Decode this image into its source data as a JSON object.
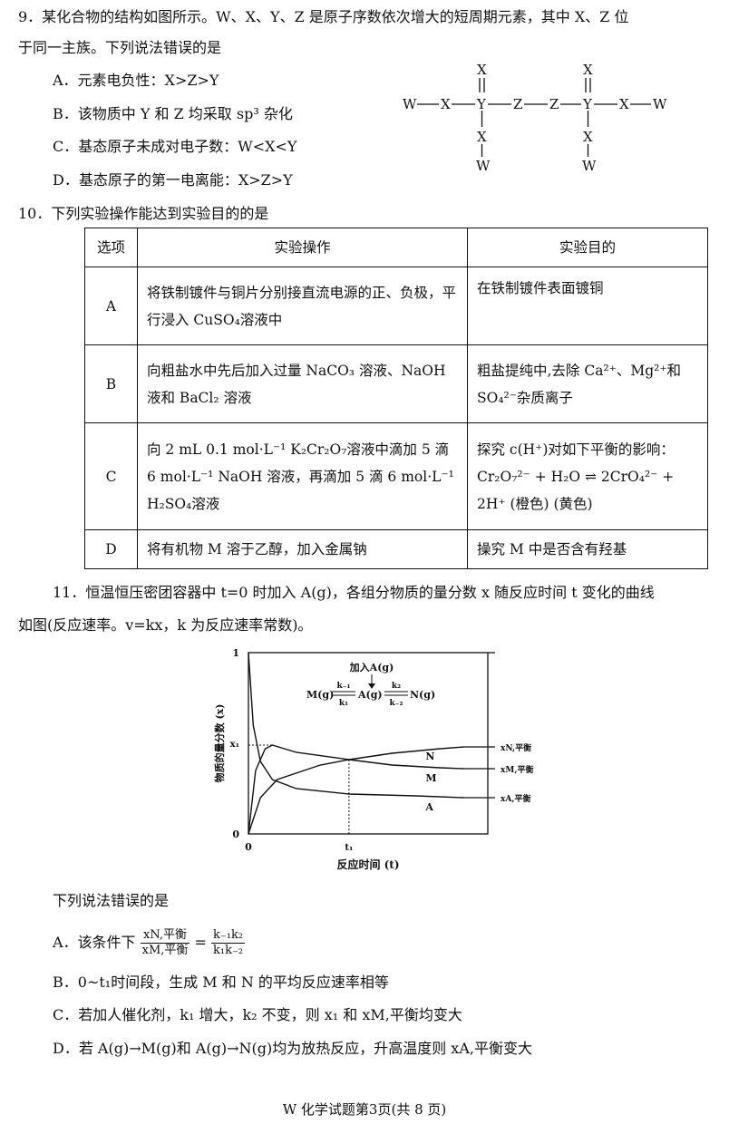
{
  "q9": {
    "stem_line1": "9．某化合物的结构如图所示。W、X、Y、Z 是原子序数依次增大的短周期元素，其中 X、Z 位",
    "stem_line2": "于同一主族。下列说法错误的是",
    "options": [
      "A．元素电负性：X>Z>Y",
      "B．该物质中 Y 和 Z 均采取 sp³ 杂化",
      "C．基态原子未成对电子数：W<X<Y",
      "D．基态原子的第一电离能：X>Z>Y"
    ],
    "structure_atoms": {
      "W": "W",
      "X": "X",
      "Y": "Y",
      "Z": "Z"
    }
  },
  "q10": {
    "stem": "10．下列实验操作能达到实验目的的是",
    "headers": [
      "选项",
      "实验操作",
      "实验目的"
    ],
    "rows": [
      {
        "opt": "A",
        "op": "将铁制镀件与铜片分别接直流电源的正、负极，平行浸入 CuSO₄溶液中",
        "goal": "在铁制镀件表面镀铜"
      },
      {
        "opt": "B",
        "op": "向粗盐水中先后加入过量 NaCO₃ 溶液、NaOH 液和 BaCl₂ 溶液",
        "goal": "粗盐提纯中,去除 Ca²⁺、Mg²⁺和 SO₄²⁻杂质离子"
      },
      {
        "opt": "C",
        "op": "向 2 mL 0.1 mol·L⁻¹ K₂Cr₂O₇溶液中滴加 5 滴 6 mol·L⁻¹ NaOH 溶液，再滴加 5 滴 6 mol·L⁻¹ H₂SO₄溶液",
        "goal": "探究 c(H⁺)对如下平衡的影响：Cr₂O₇²⁻ + H₂O ⇌ 2CrO₄²⁻ + 2H⁺ (橙色) (黄色)"
      },
      {
        "opt": "D",
        "op": "将有机物 M 溶于乙醇，加入金属钠",
        "goal": "操究 M 中是否含有羟基"
      }
    ]
  },
  "q11": {
    "stem_line1": "11．恒温恒压密团容器中 t=0 时加入 A(g)，各组分物质的量分数 x 随反应时间 t 变化的曲线",
    "stem_line2": "如图(反应速率。v=kx，k 为反应速率常数)。",
    "prompt": "下列说法错误的是",
    "optA_prefix": "A．该条件下",
    "optA_num": "xN,平衡",
    "optA_den": "xM,平衡",
    "optA_eq": "=",
    "optA_num2": "k₋₁k₂",
    "optA_den2": "k₁k₋₂",
    "optB": "B．0~t₁时间段，生成 M 和 N 的平均反应速率相等",
    "optC": "C．若加人催化剂，k₁ 增大，k₂ 不变，则 x₁ 和 xM,平衡均变大",
    "optD": "D．若 A(g)→M(g)和 A(g)→N(g)均为放热反应，升高温度则 xA,平衡变大"
  },
  "chart_data": {
    "type": "line",
    "xlabel": "反应时间 (t)",
    "ylabel": "物质的量分数 (x)",
    "ytick_labels": [
      "1",
      "x₁",
      "0"
    ],
    "xtick_labels": [
      "0",
      "t₁"
    ],
    "annotation_add": "加入A(g)",
    "scheme": {
      "left": "M(g)",
      "center": "A(g)",
      "right": "N(g)",
      "k_m1": "k₋₁",
      "k1": "k₁",
      "k2": "k₂",
      "k_m2": "k₋₂"
    },
    "series": [
      {
        "name": "N",
        "end_label": "xN,平衡",
        "points": [
          [
            0,
            0
          ],
          [
            0.05,
            0.2
          ],
          [
            0.12,
            0.3
          ],
          [
            0.3,
            0.38
          ],
          [
            0.42,
            0.41
          ],
          [
            0.6,
            0.445
          ],
          [
            0.8,
            0.47
          ],
          [
            0.9,
            0.48
          ]
        ]
      },
      {
        "name": "M",
        "end_label": "xM,平衡",
        "points": [
          [
            0,
            0
          ],
          [
            0.03,
            0.35
          ],
          [
            0.07,
            0.47
          ],
          [
            0.1,
            0.49
          ],
          [
            0.2,
            0.45
          ],
          [
            0.42,
            0.41
          ],
          [
            0.6,
            0.38
          ],
          [
            0.8,
            0.365
          ],
          [
            0.9,
            0.36
          ]
        ]
      },
      {
        "name": "A",
        "end_label": "xA,平衡",
        "points": [
          [
            0,
            1
          ],
          [
            0.02,
            0.6
          ],
          [
            0.05,
            0.4
          ],
          [
            0.1,
            0.3
          ],
          [
            0.2,
            0.25
          ],
          [
            0.42,
            0.22
          ],
          [
            0.7,
            0.21
          ],
          [
            0.9,
            0.2
          ]
        ]
      }
    ],
    "x1_value": 0.49,
    "t1_value": 0.42
  },
  "footer": "W 化学试题第3页(共 8 页)"
}
